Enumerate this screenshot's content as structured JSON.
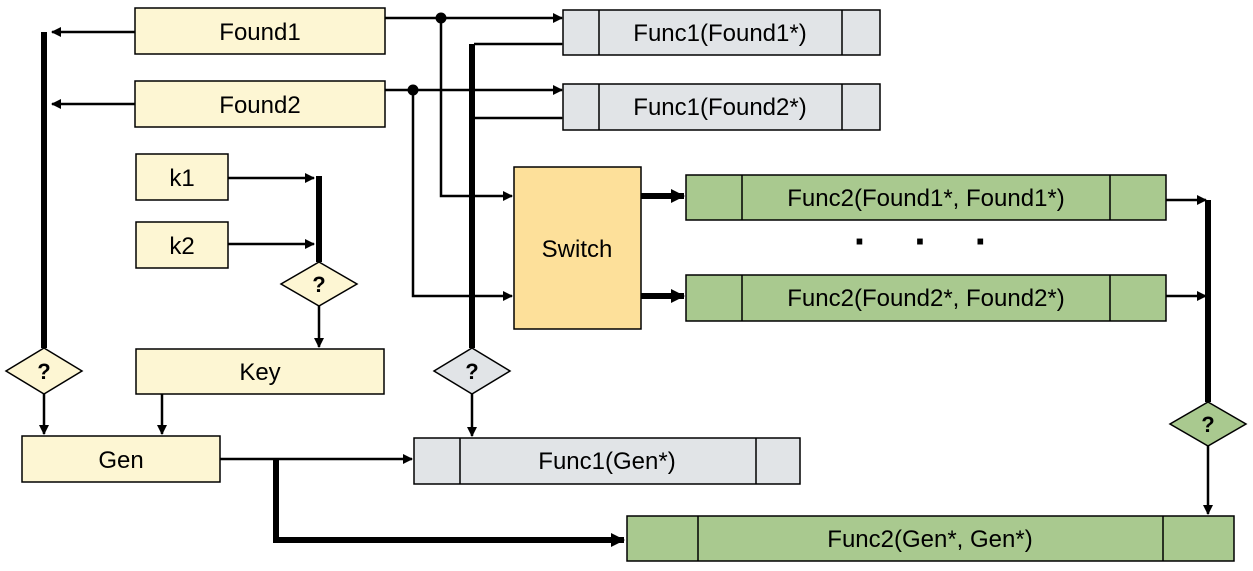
{
  "colors": {
    "input_box": "#fdf6d3",
    "func1_box": "#e1e4e7",
    "func2_box": "#a9c98f",
    "switch_box": "#fde09a",
    "diamond_gray": "#e1e4e7",
    "diamond_green": "#a9c98f",
    "diamond_yellow": "#fdf6d3"
  },
  "nodes": {
    "found1": "Found1",
    "found2": "Found2",
    "k1": "k1",
    "k2": "k2",
    "key": "Key",
    "gen": "Gen",
    "switch": "Switch",
    "func1_found1": "Func1(Found1*)",
    "func1_found2": "Func1(Found2*)",
    "func1_gen": "Func1(Gen*)",
    "func2_found1": "Func2(Found1*, Found1*)",
    "func2_found2": "Func2(Found2*, Found2*)",
    "func2_gen": "Func2(Gen*, Gen*)"
  },
  "decisions": {
    "key_select": "?",
    "gen_select": "?",
    "func1_select": "?",
    "func2_select": "?"
  },
  "ellipsis": "· · ·"
}
